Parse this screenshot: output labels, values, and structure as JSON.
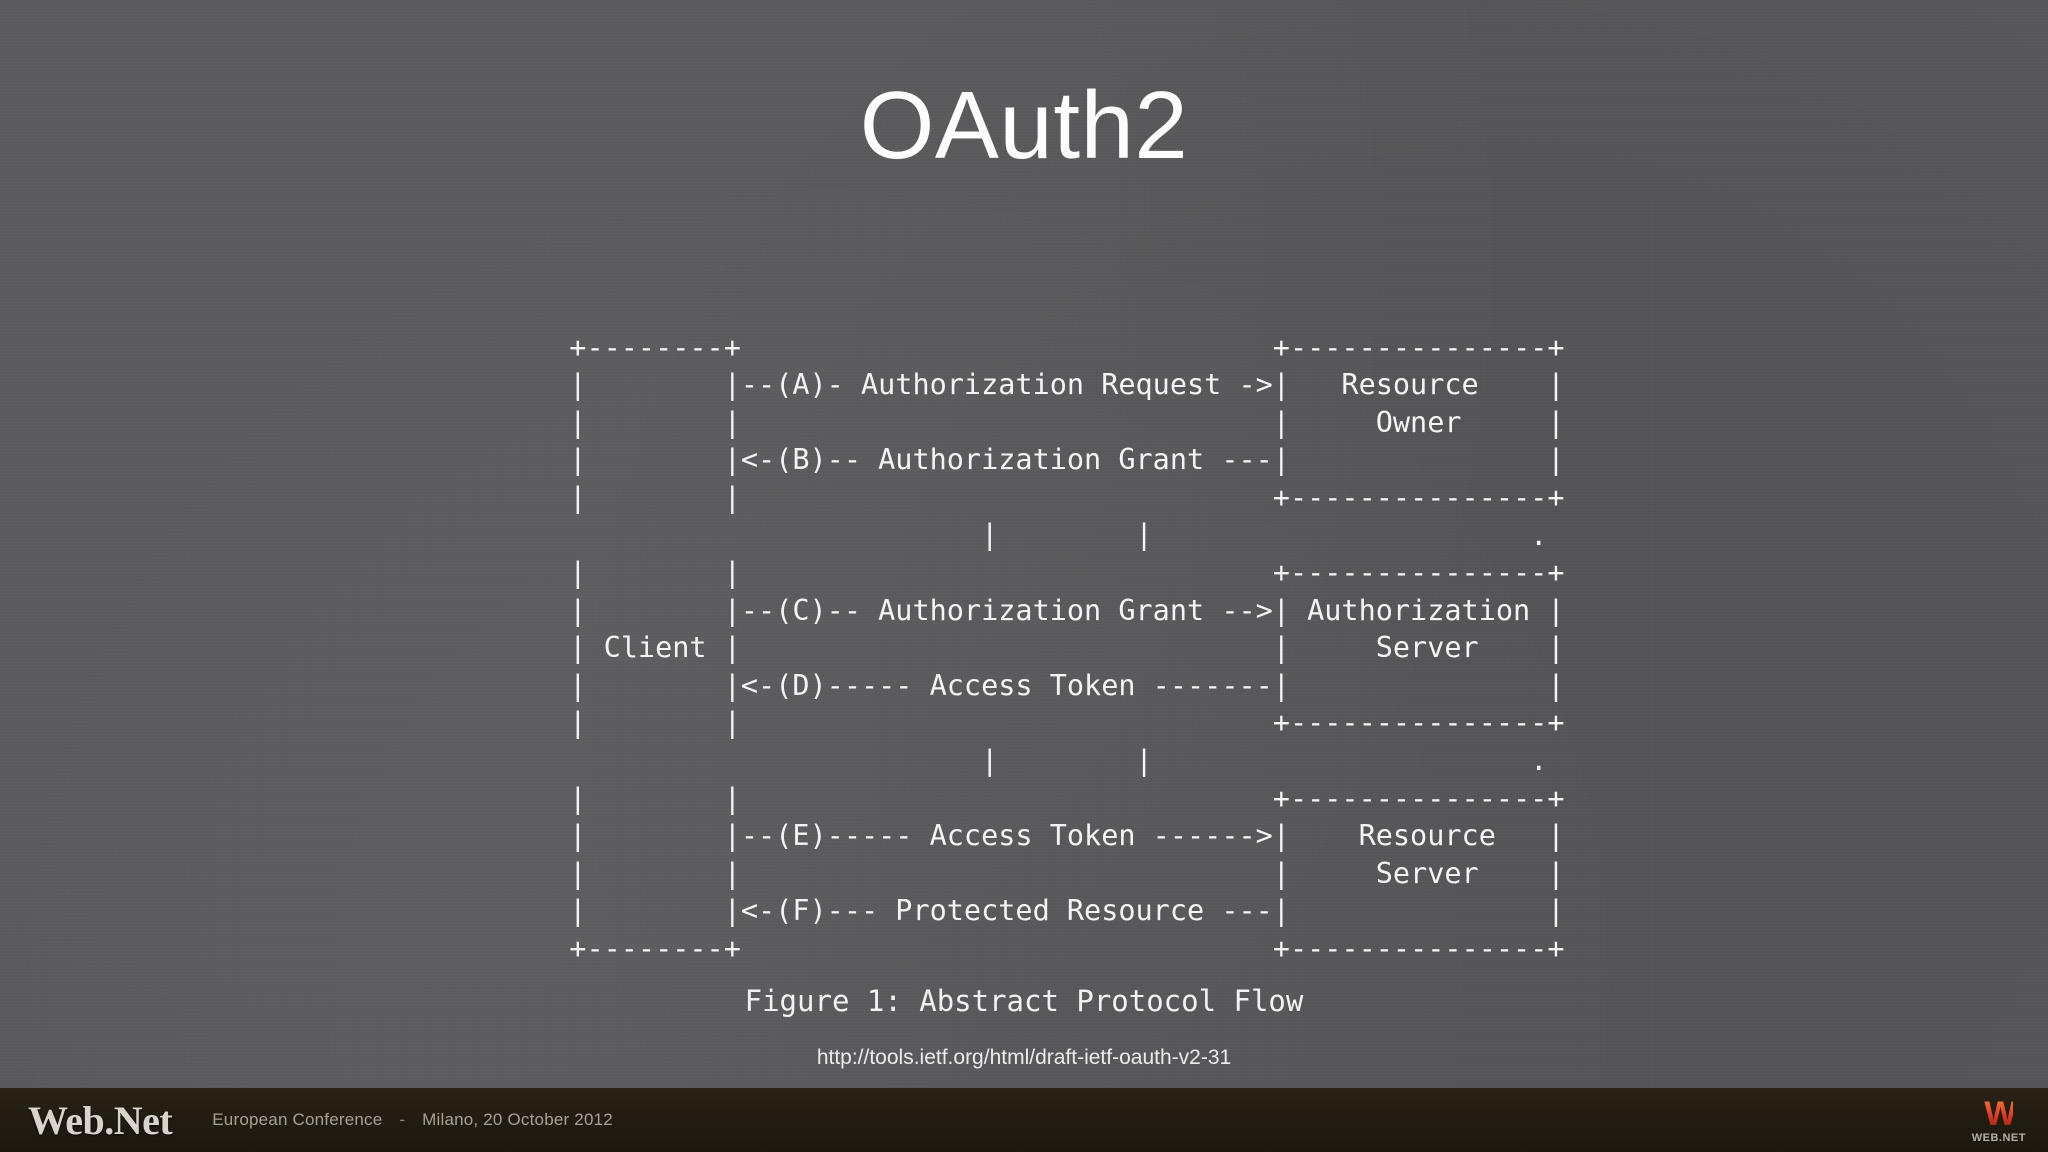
{
  "slide": {
    "title": "OAuth2",
    "background_color": "#58585a",
    "text_color": "#f4f4f4"
  },
  "figure": {
    "caption": "Figure 1: Abstract Protocol Flow",
    "source_url": "http://tools.ietf.org/html/draft-ietf-oauth-v2-31",
    "ascii": "     +--------+                               +---------------+\n     |        |--(A)- Authorization Request ->|   Resource    |\n     |        |                               |     Owner     |\n     |        |<-(B)-- Authorization Grant ---|               |\n     |        |                               +---------------+\n     |        |\n     |        |                               +---------------+\n     |        |--(C)-- Authorization Grant -->| Authorization |\n     | Client |                               |     Server    |\n     |        |<-(D)----- Access Token -------|               |\n     |        |                               +---------------+\n     |        |\n     |        |                               +---------------+\n     |        |--(E)----- Access Token ------>|    Resource   |\n     |        |                               |     Server    |\n     |        |<-(F)--- Protected Resource ---|               |\n     +--------+                               +---------------+",
    "dot_separator": "."
  },
  "diagram_data": {
    "type": "sequence-flow",
    "title": "OAuth 2.0 Abstract Protocol Flow",
    "actors": [
      {
        "id": "client",
        "label": "Client"
      },
      {
        "id": "resource-owner",
        "label": "Resource Owner"
      },
      {
        "id": "authorization-server",
        "label": "Authorization Server"
      },
      {
        "id": "resource-server",
        "label": "Resource Server"
      }
    ],
    "messages": [
      {
        "step": "A",
        "from": "client",
        "to": "resource-owner",
        "label": "Authorization Request",
        "direction": "right"
      },
      {
        "step": "B",
        "from": "resource-owner",
        "to": "client",
        "label": "Authorization Grant",
        "direction": "left"
      },
      {
        "step": "C",
        "from": "client",
        "to": "authorization-server",
        "label": "Authorization Grant",
        "direction": "right"
      },
      {
        "step": "D",
        "from": "authorization-server",
        "to": "client",
        "label": "Access Token",
        "direction": "left"
      },
      {
        "step": "E",
        "from": "client",
        "to": "resource-server",
        "label": "Access Token",
        "direction": "right"
      },
      {
        "step": "F",
        "from": "resource-server",
        "to": "client",
        "label": "Protected Resource",
        "direction": "left"
      }
    ]
  },
  "footer": {
    "logo": "Web.Net",
    "conference": "European Conference",
    "separator": "-",
    "location_date": "Milano, 20 October 2012",
    "brand_mark": "W",
    "brand_word": "WEB.NET",
    "background_color": "#241e14",
    "brand_color": "#e03a22"
  }
}
